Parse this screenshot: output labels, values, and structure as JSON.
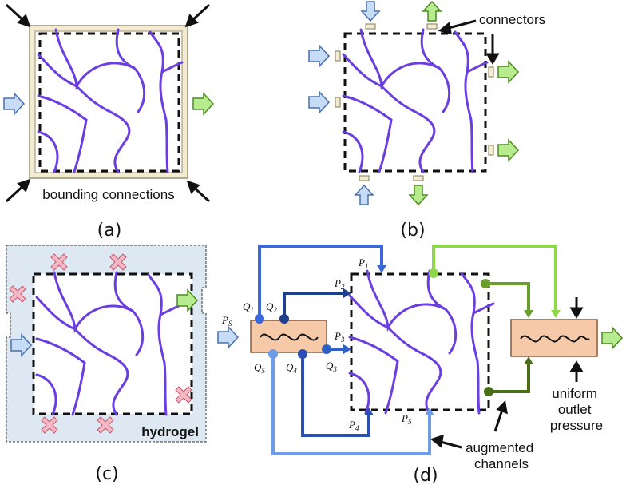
{
  "panels": {
    "a": {
      "caption": "(a)",
      "note": "bounding connections"
    },
    "b": {
      "caption": "(b)",
      "note": "connectors"
    },
    "c": {
      "caption": "(c)",
      "note": "hydrogel"
    },
    "d": {
      "caption": "(d)",
      "augmented_label": [
        "augmented",
        "channels"
      ],
      "outlet_label": [
        "uniform",
        "outlet",
        "pressure"
      ],
      "source_pressure": {
        "main": "P",
        "sub": "S"
      },
      "pressures": [
        {
          "main": "P",
          "sub": "1"
        },
        {
          "main": "P",
          "sub": "2"
        },
        {
          "main": "P",
          "sub": "3"
        },
        {
          "main": "P",
          "sub": "4"
        },
        {
          "main": "P",
          "sub": "5"
        }
      ],
      "flows": [
        {
          "main": "Q",
          "sub": "1"
        },
        {
          "main": "Q",
          "sub": "2"
        },
        {
          "main": "Q",
          "sub": "3"
        },
        {
          "main": "Q",
          "sub": "4"
        },
        {
          "main": "Q",
          "sub": "5"
        }
      ]
    }
  },
  "colors": {
    "channel": "#6a3ee0",
    "inlet_arrow": "#c7dcf7",
    "outlet_arrow": "#b7ec8e",
    "frame": "#f1ecd3",
    "hydrogel": "#dde8f3",
    "cross": "#f4b8c4",
    "pump": "#f6c9a9",
    "flow_colors": [
      "#3a68d8",
      "#1e3f8a",
      "#2f5fc8",
      "#2b4fb5",
      "#6e9ce8"
    ],
    "outlet_colors": [
      "#8ed64a",
      "#6a9e2a",
      "#4a6e18"
    ]
  }
}
